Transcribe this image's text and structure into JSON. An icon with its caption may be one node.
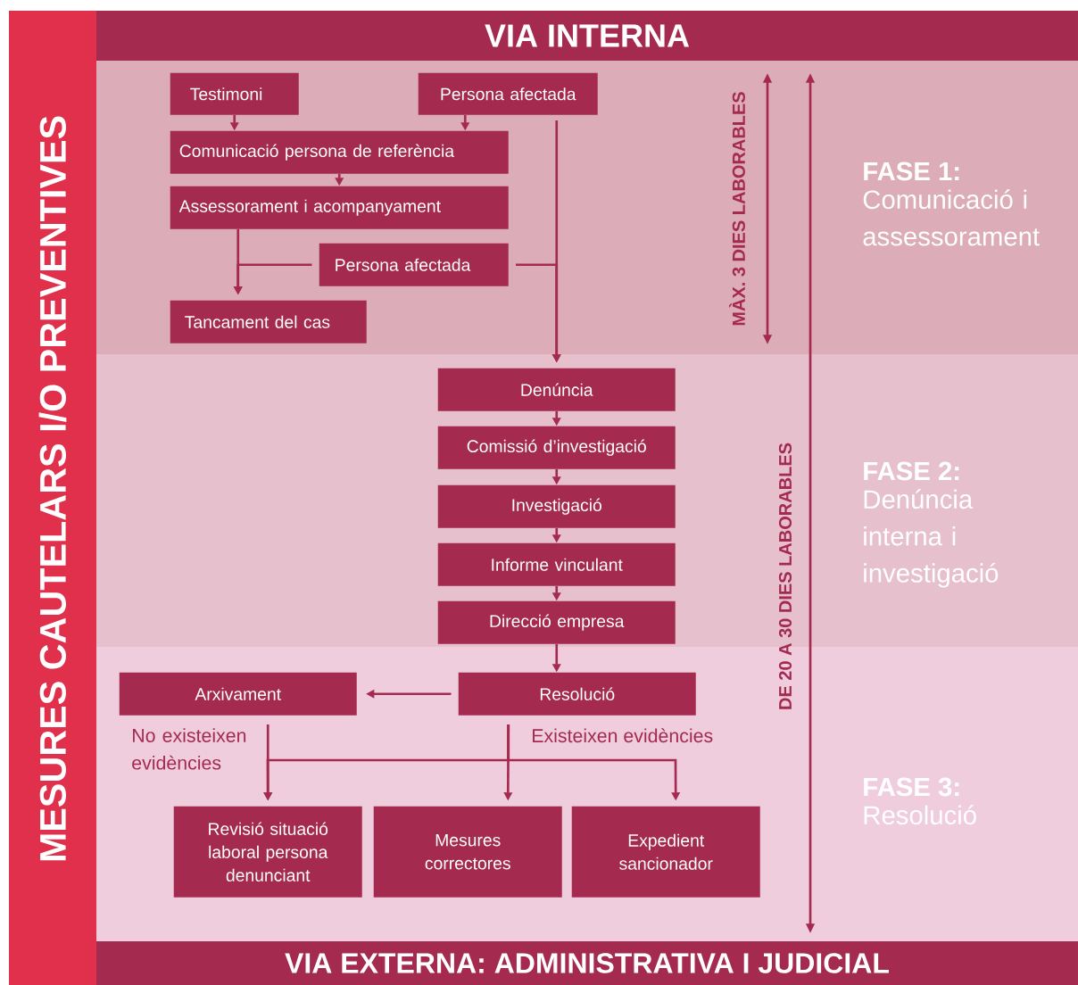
{
  "diagram": {
    "nodes": [
      {
        "text": [
          "VIA INTERNA"
        ]
      },
      {
        "text": [
          "MESURES CAUTELARS I/O PREVENTIVES"
        ]
      },
      {
        "text": [
          "FASE 1:",
          "Comunicació i assessorament"
        ]
      },
      {
        "text": [
          "Testimoni"
        ],
        "in": 2
      },
      {
        "text": [
          "Persona afectada"
        ],
        "in": 2
      },
      {
        "text": [
          "Comunicació persona de referència"
        ],
        "in": 2
      },
      {
        "text": [
          "Assessorament i acompanyament"
        ],
        "in": 2
      },
      {
        "text": [
          "Persona afectada"
        ],
        "in": 2
      },
      {
        "text": [
          "Tancament del cas"
        ],
        "in": 2
      },
      {
        "text": [
          "FASE 2:",
          "Denúncia interna i investigació"
        ]
      },
      {
        "text": [
          "Denúncia"
        ],
        "in": 9
      },
      {
        "text": [
          "Comissió d’investigació"
        ],
        "in": 9
      },
      {
        "text": [
          "Investigació"
        ],
        "in": 9
      },
      {
        "text": [
          "Informe vinculant"
        ],
        "in": 9
      },
      {
        "text": [
          "Direcció empresa"
        ],
        "in": 9
      },
      {
        "text": [
          "FASE 3:",
          "Resolució"
        ]
      },
      {
        "text": [
          "Arxivament"
        ],
        "in": 15
      },
      {
        "text": [
          "Resolució"
        ],
        "in": 15
      },
      {
        "text": [
          "Revisió situació laboral persona denunciant"
        ],
        "in": 15
      },
      {
        "text": [
          "Mesures correctores"
        ],
        "in": 15
      },
      {
        "text": [
          "Expedient sancionador"
        ],
        "in": 15
      },
      {
        "text": [
          "VIA EXTERNA: ADMINISTRATIVA I JUDICIAL"
        ]
      }
    ],
    "edges": [
      {
        "from": 3,
        "to": 5,
        "arrow": "to"
      },
      {
        "from": 4,
        "to": 5,
        "arrow": "to"
      },
      {
        "from": 5,
        "to": 6,
        "arrow": "to"
      },
      {
        "from": 6,
        "to": 8,
        "arrow": "to"
      },
      {
        "from": 7,
        "to": 8,
        "arrow": "to"
      },
      {
        "from": 4,
        "to": 10,
        "arrow": "to"
      },
      {
        "from": 7,
        "to": 10,
        "arrow": "to"
      },
      {
        "from": 10,
        "to": 11,
        "arrow": "to"
      },
      {
        "from": 11,
        "to": 12,
        "arrow": "to"
      },
      {
        "from": 12,
        "to": 13,
        "arrow": "to"
      },
      {
        "from": 13,
        "to": 14,
        "arrow": "to"
      },
      {
        "from": 14,
        "to": 17,
        "arrow": "to"
      },
      {
        "from": 17,
        "to": 16,
        "arrow": "to"
      },
      {
        "from": 16,
        "to": 18,
        "arrow": "to"
      },
      {
        "from": 17,
        "to": 18,
        "arrow": "to"
      },
      {
        "from": 17,
        "to": 19,
        "arrow": "to"
      },
      {
        "from": 17,
        "to": 20,
        "arrow": "to"
      }
    ],
    "labels": [
      "MÀX. 3 DIES LABORABLES",
      "DE 20 A 30 DIES LABORABLES",
      "No existeixen evidències",
      "Existeixen evidències"
    ]
  }
}
